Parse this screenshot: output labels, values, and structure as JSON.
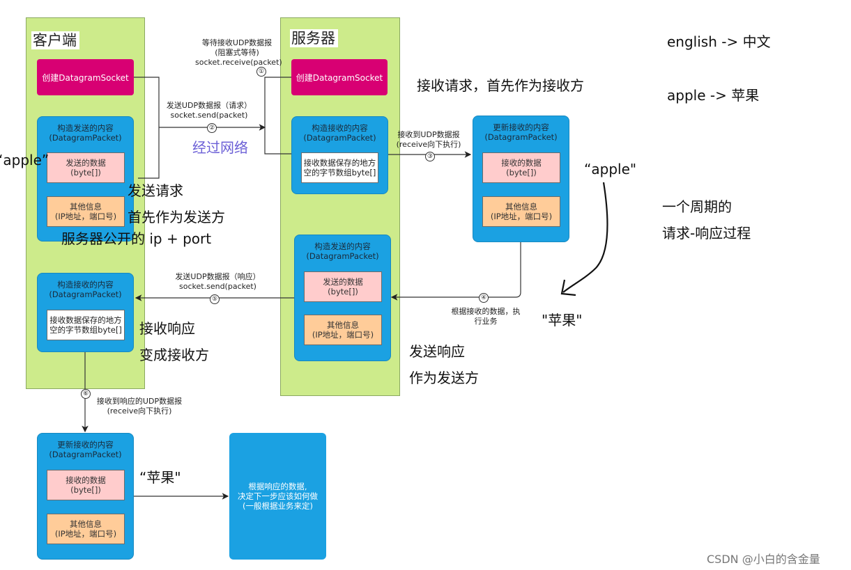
{
  "client": {
    "title": "客户端",
    "create_socket": "创建DatagramSocket",
    "send_packet": {
      "title1": "构造发送的内容",
      "title2": "(DatagramPacket)",
      "data1": "发送的数据",
      "data2": "(byte[])",
      "info1": "其他信息",
      "info2": "(IP地址，端口号)"
    },
    "recv_packet": {
      "title1": "构造接收的内容",
      "title2": "(DatagramPacket)",
      "buf1": "接收数据保存的地方",
      "buf2": "空的字节数组byte[]"
    },
    "update_packet": {
      "title1": "更新接收的内容",
      "title2": "(DatagramPacket)",
      "data1": "接收的数据",
      "data2": "(byte[])",
      "info1": "其他信息",
      "info2": "(IP地址，端口号)"
    },
    "final_box": {
      "line1": "根据响应的数据,",
      "line2": "决定下一步应该如何做",
      "line3": "(一般根据业务来定)"
    }
  },
  "server": {
    "title": "服务器",
    "create_socket": "创建DatagramSocket",
    "recv_packet": {
      "title1": "构造接收的内容",
      "title2": "(DatagramPacket)",
      "buf1": "接收数据保存的地方",
      "buf2": "空的字节数组byte[]"
    },
    "update_packet": {
      "title1": "更新接收的内容",
      "title2": "(DatagramPacket)",
      "data1": "接收的数据",
      "data2": "(byte[])",
      "info1": "其他信息",
      "info2": "(IP地址，端口号)"
    },
    "send_packet": {
      "title1": "构造发送的内容",
      "title2": "(DatagramPacket)",
      "data1": "发送的数据",
      "data2": "(byte[])",
      "info1": "其他信息",
      "info2": "(IP地址，端口号)"
    }
  },
  "steps": {
    "s1": {
      "num": "①",
      "l1": "等待接收UDP数据报",
      "l2": "(阻塞式等待)",
      "l3": "socket.receive(packet)"
    },
    "s2": {
      "num": "②",
      "l1": "发送UDP数据报（请求）",
      "l2": "socket.send(packet)"
    },
    "s3": {
      "num": "③",
      "l1": "接收到UDP数据报",
      "l2": "(receive向下执行)"
    },
    "s4": {
      "num": "④",
      "l1": "根据接收的数据，执",
      "l2": "行业务"
    },
    "s5": {
      "num": "⑤",
      "l1": "发送UDP数据报（响应）",
      "l2": "socket.send(packet)"
    },
    "s6": {
      "num": "⑥",
      "l1": "接收到响应的UDP数据报",
      "l2": "(receive向下执行)"
    }
  },
  "annotations": {
    "network": "经过网络",
    "apple_left": "“apple”",
    "send_request": "发送请求",
    "first_sender": "首先作为发送方",
    "server_ip_port": "服务器公开的 ip + port",
    "recv_request": "接收请求，首先作为接收方",
    "english_chinese": "english -> 中文",
    "apple_pingguo": "apple -> 苹果",
    "apple_right": "“apple\"",
    "pingguo_right": "\"苹果\"",
    "cycle1": "一个周期的",
    "cycle2": "请求-响应过程",
    "recv_response": "接收响应",
    "become_receiver": "变成接收方",
    "send_response": "发送响应",
    "as_sender": "作为发送方",
    "pingguo_bottom": "“苹果\""
  },
  "watermark": "CSDN @小白的含金量",
  "colors": {
    "lane": "#cdeb8b",
    "socket": "#d80073",
    "packet": "#1ba1e2",
    "data": "#ffcccc",
    "info": "#ffcc99",
    "network_text": "#6b5fd6"
  }
}
